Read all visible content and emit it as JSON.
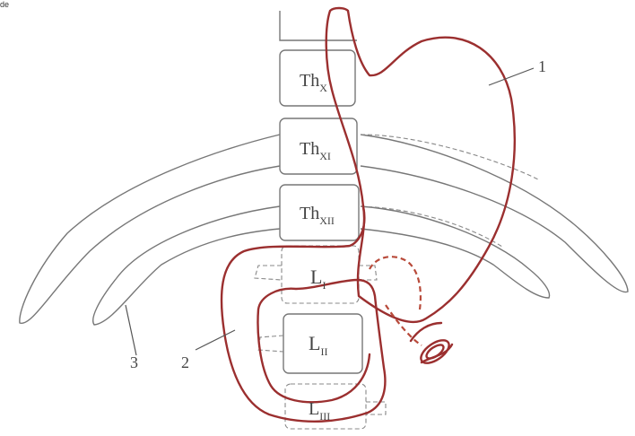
{
  "corner_note": "de",
  "vertebrae": [
    {
      "base": "Th",
      "sub": "X"
    },
    {
      "base": "Th",
      "sub": "XI"
    },
    {
      "base": "Th",
      "sub": "XII"
    },
    {
      "base": "L",
      "sub": "I"
    },
    {
      "base": "L",
      "sub": "II"
    },
    {
      "base": "L",
      "sub": "III"
    }
  ],
  "callouts": [
    "1",
    "2",
    "3"
  ],
  "colors": {
    "organ_outline": "#9b2f2f",
    "bone_outline": "#777777"
  }
}
